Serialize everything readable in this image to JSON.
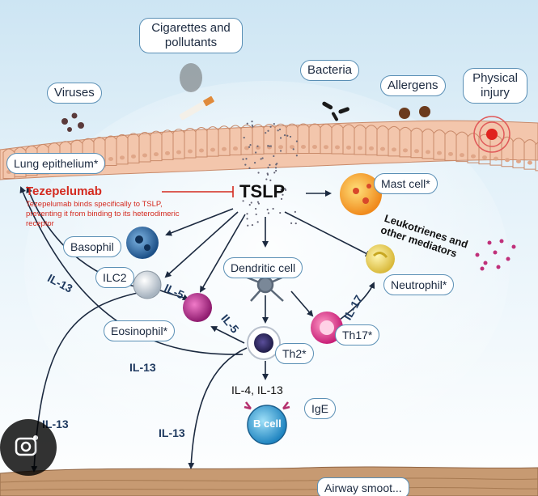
{
  "stimuli": {
    "cigarettes": "Cigarettes and pollutants",
    "bacteria": "Bacteria",
    "viruses": "Viruses",
    "allergens": "Allergens",
    "physical_injury": "Physical injury"
  },
  "tissue": {
    "lung_epithelium": "Lung epithelium*",
    "airway_smooth_muscle": "Airway smoot..."
  },
  "center": "TSLP",
  "drug": {
    "name": "Tezepelumab",
    "description": "Tezepelumab binds specifically to TSLP, preventing it from binding to its heterodimeric receptor"
  },
  "cells": {
    "mast_cell": "Mast cell*",
    "basophil": "Basophil",
    "ilc2": "ILC2",
    "dendritic_cell": "Dendritic cell",
    "neutrophil": "Neutrophil*",
    "eosinophil": "Eosinophil*",
    "th17": "Th17*",
    "th2": "Th2*",
    "b_cell": "B cell",
    "ige": "IgE"
  },
  "mediators": {
    "leukotrienes": "Leukotrienes and other mediators",
    "il13_a": "IL-13",
    "il13_b": "IL-13",
    "il13_c": "IL-13",
    "il13_d": "IL-13",
    "il5_a": "IL-5",
    "il5_b": "IL-5",
    "il17": "IL-17",
    "il4_il13": "IL-4, IL-13"
  },
  "colors": {
    "background_top": "#cfe6f4",
    "epithelium": "#f3c6ac",
    "smooth_muscle": "#c79a72",
    "arrow": "#1c2a40",
    "inhibition": "#d42a1f",
    "mast_cell": "#f2a332",
    "basophil": "#2f6fa8",
    "eosinophil": "#b52a8f",
    "th17": "#e0348b",
    "th2": "#2c2a5e",
    "neutrophil": "#e9d860",
    "b_cell": "#3aa8d8"
  }
}
